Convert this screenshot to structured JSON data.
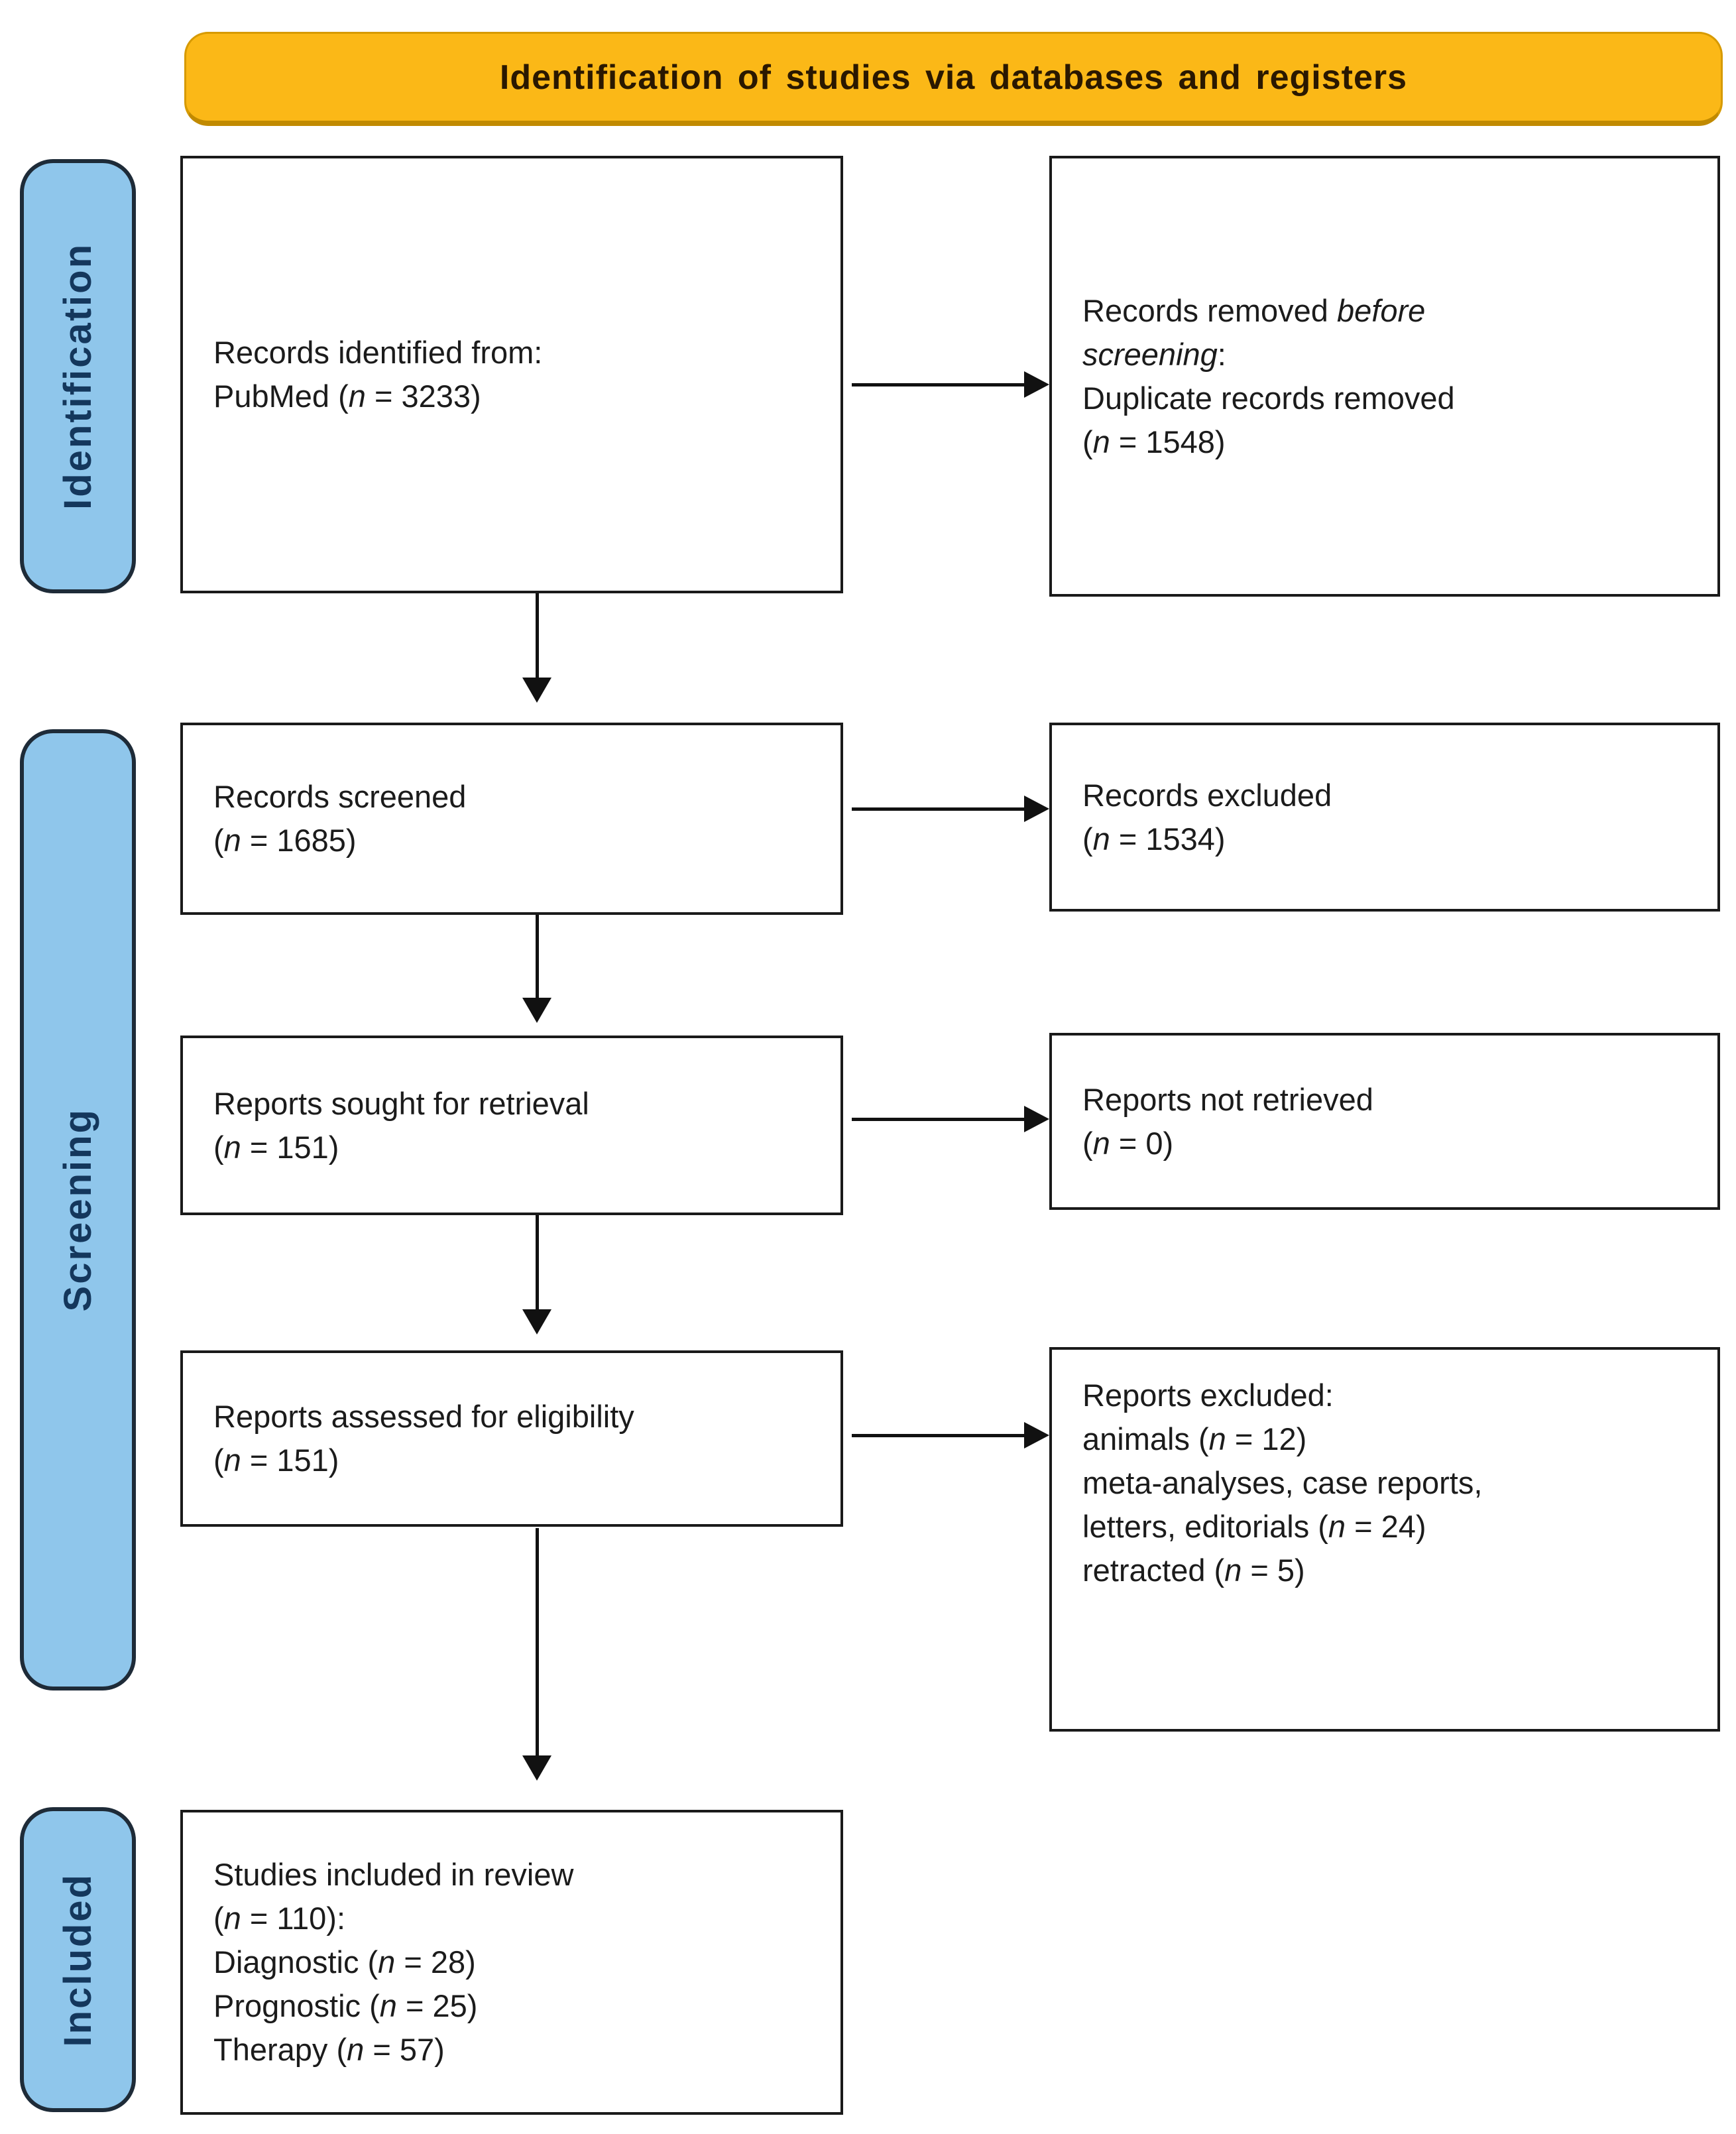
{
  "header": {
    "title": "Identification of studies via databases and registers"
  },
  "stage_labels": [
    {
      "id": "identification",
      "label": "Identification"
    },
    {
      "id": "screening",
      "label": "Screening"
    },
    {
      "id": "included",
      "label": "Included"
    }
  ],
  "boxes": [
    {
      "id": "records-identified",
      "lines": [
        [
          {
            "t": "Records identified from:"
          }
        ],
        [
          {
            "t": "PubMed ("
          },
          {
            "t": "n",
            "i": 1
          },
          {
            "t": " = 3233)"
          }
        ]
      ]
    },
    {
      "id": "records-removed-before-screening",
      "lines": [
        [
          {
            "t": "Records removed "
          },
          {
            "t": "before",
            "i": 1
          }
        ],
        [
          {
            "t": "screening",
            "i": 1
          },
          {
            "t": ":"
          }
        ],
        [
          {
            "t": "Duplicate records removed"
          }
        ],
        [
          {
            "t": "("
          },
          {
            "t": "n",
            "i": 1
          },
          {
            "t": " = 1548)"
          }
        ]
      ]
    },
    {
      "id": "records-screened",
      "lines": [
        [
          {
            "t": "Records screened"
          }
        ],
        [
          {
            "t": "("
          },
          {
            "t": "n",
            "i": 1
          },
          {
            "t": " = 1685)"
          }
        ]
      ]
    },
    {
      "id": "records-excluded",
      "lines": [
        [
          {
            "t": "Records excluded"
          }
        ],
        [
          {
            "t": "("
          },
          {
            "t": "n",
            "i": 1
          },
          {
            "t": " = 1534)"
          }
        ]
      ]
    },
    {
      "id": "reports-sought",
      "lines": [
        [
          {
            "t": "Reports sought for retrieval"
          }
        ],
        [
          {
            "t": "("
          },
          {
            "t": "n",
            "i": 1
          },
          {
            "t": " = 151)"
          }
        ]
      ]
    },
    {
      "id": "reports-not-retrieved",
      "lines": [
        [
          {
            "t": "Reports not retrieved"
          }
        ],
        [
          {
            "t": "("
          },
          {
            "t": "n",
            "i": 1
          },
          {
            "t": " = 0)"
          }
        ]
      ]
    },
    {
      "id": "reports-assessed",
      "lines": [
        [
          {
            "t": "Reports assessed for eligibility"
          }
        ],
        [
          {
            "t": "("
          },
          {
            "t": "n",
            "i": 1
          },
          {
            "t": " = 151)"
          }
        ]
      ]
    },
    {
      "id": "reports-excluded",
      "lines": [
        [
          {
            "t": "Reports excluded:"
          }
        ],
        [
          {
            "t": "animals ("
          },
          {
            "t": "n",
            "i": 1
          },
          {
            "t": " = 12)"
          }
        ],
        [
          {
            "t": "meta-analyses, case reports,"
          }
        ],
        [
          {
            "t": "letters, editorials ("
          },
          {
            "t": "n",
            "i": 1
          },
          {
            "t": " = 24)"
          }
        ],
        [
          {
            "t": "retracted ("
          },
          {
            "t": "n",
            "i": 1
          },
          {
            "t": " = 5)"
          }
        ]
      ]
    },
    {
      "id": "studies-included",
      "lines": [
        [
          {
            "t": "Studies included in review"
          }
        ],
        [
          {
            "t": "("
          },
          {
            "t": "n",
            "i": 1
          },
          {
            "t": " = 110):"
          }
        ],
        [
          {
            "t": "Diagnostic ("
          },
          {
            "t": "n",
            "i": 1
          },
          {
            "t": " = 28)"
          }
        ],
        [
          {
            "t": "Prognostic ("
          },
          {
            "t": "n",
            "i": 1
          },
          {
            "t": " = 25)"
          }
        ],
        [
          {
            "t": "Therapy ("
          },
          {
            "t": "n",
            "i": 1
          },
          {
            "t": " = 57)"
          }
        ]
      ]
    }
  ],
  "colors": {
    "header-bg": "#fbb817",
    "header-text": "#2a1800",
    "stage-bg": "#8fc6eb",
    "stage-border": "#1e2b38",
    "stage-text": "#14375c",
    "box-border": "#1a1a1a",
    "box-text": "#1b1b1b",
    "arrow": "#111111"
  }
}
